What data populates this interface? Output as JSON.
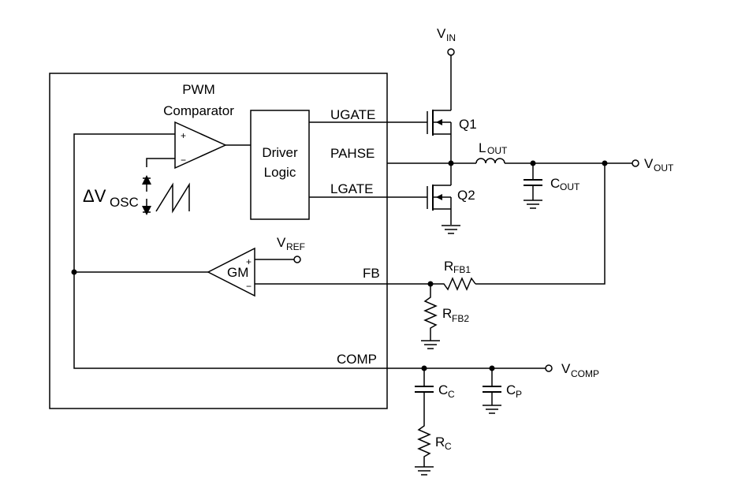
{
  "labels": {
    "pwm_line1": "PWM",
    "pwm_line2": "Comparator",
    "driver_line1": "Driver",
    "driver_line2": "Logic",
    "ugate": "UGATE",
    "pahse": "PAHSE",
    "lgate": "LGATE",
    "fb": "FB",
    "comp": "COMP",
    "q1": "Q1",
    "q2": "Q2",
    "gm": "GM",
    "plus": "+",
    "minus": "−",
    "delta": "ΔV",
    "vin_main": "V",
    "vin_sub": "IN",
    "vout_main": "V",
    "vout_sub": "OUT",
    "vref_main": "V",
    "vref_sub": "REF",
    "vcomp_main": "V",
    "vcomp_sub": "COMP",
    "lout_main": "L",
    "lout_sub": "OUT",
    "cout_main": "C",
    "cout_sub": "OUT",
    "rfb1_main": "R",
    "rfb1_sub": "FB1",
    "rfb2_main": "R",
    "rfb2_sub": "FB2",
    "cc_main": "C",
    "cc_sub": "C",
    "cp_main": "C",
    "cp_sub": "P",
    "rc_main": "R",
    "rc_sub": "C",
    "osc_sub": "OSC"
  }
}
